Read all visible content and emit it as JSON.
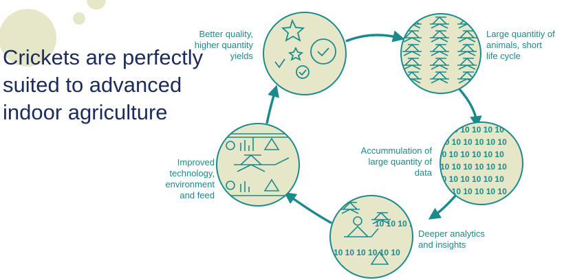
{
  "title": "Crickets are perfectly suited to advanced indoor agriculture",
  "colors": {
    "teal": "#1a8a8c",
    "fill": "#e6e7c9",
    "navy": "#1c2b5c"
  },
  "steps": [
    {
      "label": "Better quality, higher quantity yields"
    },
    {
      "label": "Large quantitiy of animals, short life cycle"
    },
    {
      "label": "Accummulation of large quantity of data"
    },
    {
      "label": "Deeper analytics and insights"
    },
    {
      "label": "Improved technology, environment and feed"
    }
  ],
  "binary_row": "10 10 10 10 10 10"
}
